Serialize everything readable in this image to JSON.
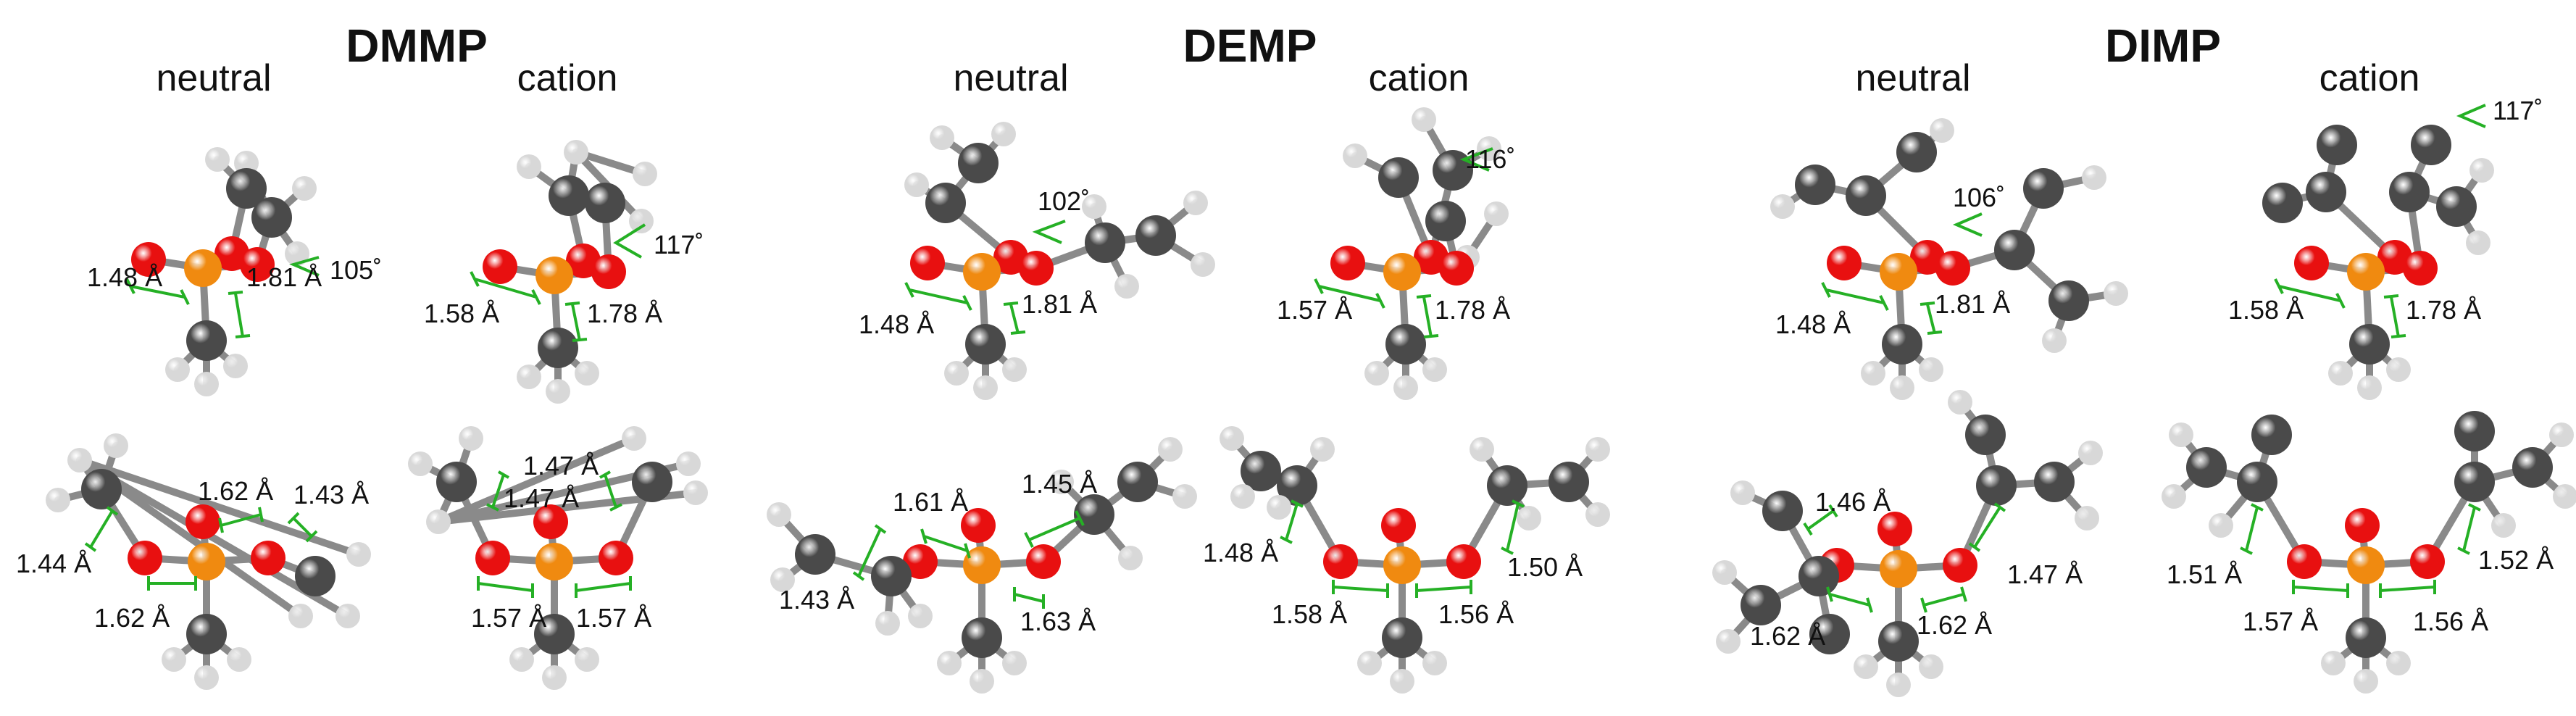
{
  "colors": {
    "phosphorus": "#f08a10",
    "oxygen": "#e81010",
    "carbon": "#4a4a4a",
    "hydrogen": "#d8d8d8",
    "annotation": "#25b025",
    "text": "#111111"
  },
  "panels": [
    {
      "title": "DMMP",
      "neutral_label": "neutral",
      "cation_label": "cation",
      "top": {
        "neutral": {
          "po_double": "1.48 Å",
          "pc": "1.81 Å",
          "angle": "105˚"
        },
        "cation": {
          "po_double": "1.58 Å",
          "pc": "1.78 Å",
          "angle": "117˚"
        }
      },
      "bottom": {
        "neutral": {
          "oc_left": "1.44 Å",
          "po_left": "1.62 Å",
          "po_right": "1.62 Å",
          "oc_right": "1.43 Å"
        },
        "cation": {
          "oc_left": "1.47 Å",
          "oc_right": "1.47 Å",
          "po_left": "1.57 Å",
          "po_right": "1.57 Å"
        }
      }
    },
    {
      "title": "DEMP",
      "neutral_label": "neutral",
      "cation_label": "cation",
      "top": {
        "neutral": {
          "po_double": "1.48 Å",
          "pc": "1.81 Å",
          "angle": "102˚"
        },
        "cation": {
          "po_double": "1.57 Å",
          "pc": "1.78 Å",
          "angle": "116˚"
        }
      },
      "bottom": {
        "neutral": {
          "oc_left": "1.43 Å",
          "po_left": "1.61 Å",
          "oc_right": "1.45 Å",
          "po_right": "1.63 Å"
        },
        "cation": {
          "oc_left": "1.48 Å",
          "po_left": "1.58 Å",
          "po_right": "1.56 Å",
          "oc_right": "1.50 Å"
        }
      }
    },
    {
      "title": "DIMP",
      "neutral_label": "neutral",
      "cation_label": "cation",
      "top": {
        "neutral": {
          "po_double": "1.48 Å",
          "pc": "1.81 Å",
          "angle": "106˚"
        },
        "cation": {
          "po_double": "1.58 Å",
          "pc": "1.78 Å",
          "angle": "117˚"
        }
      },
      "bottom": {
        "neutral": {
          "oc_left": "1.46 Å",
          "po_left": "1.62 Å",
          "po_right": "1.62 Å",
          "oc_right": "1.47 Å"
        },
        "cation": {
          "oc_left": "1.51 Å",
          "po_left": "1.57 Å",
          "po_right": "1.56 Å",
          "oc_right": "1.52 Å"
        }
      }
    }
  ]
}
